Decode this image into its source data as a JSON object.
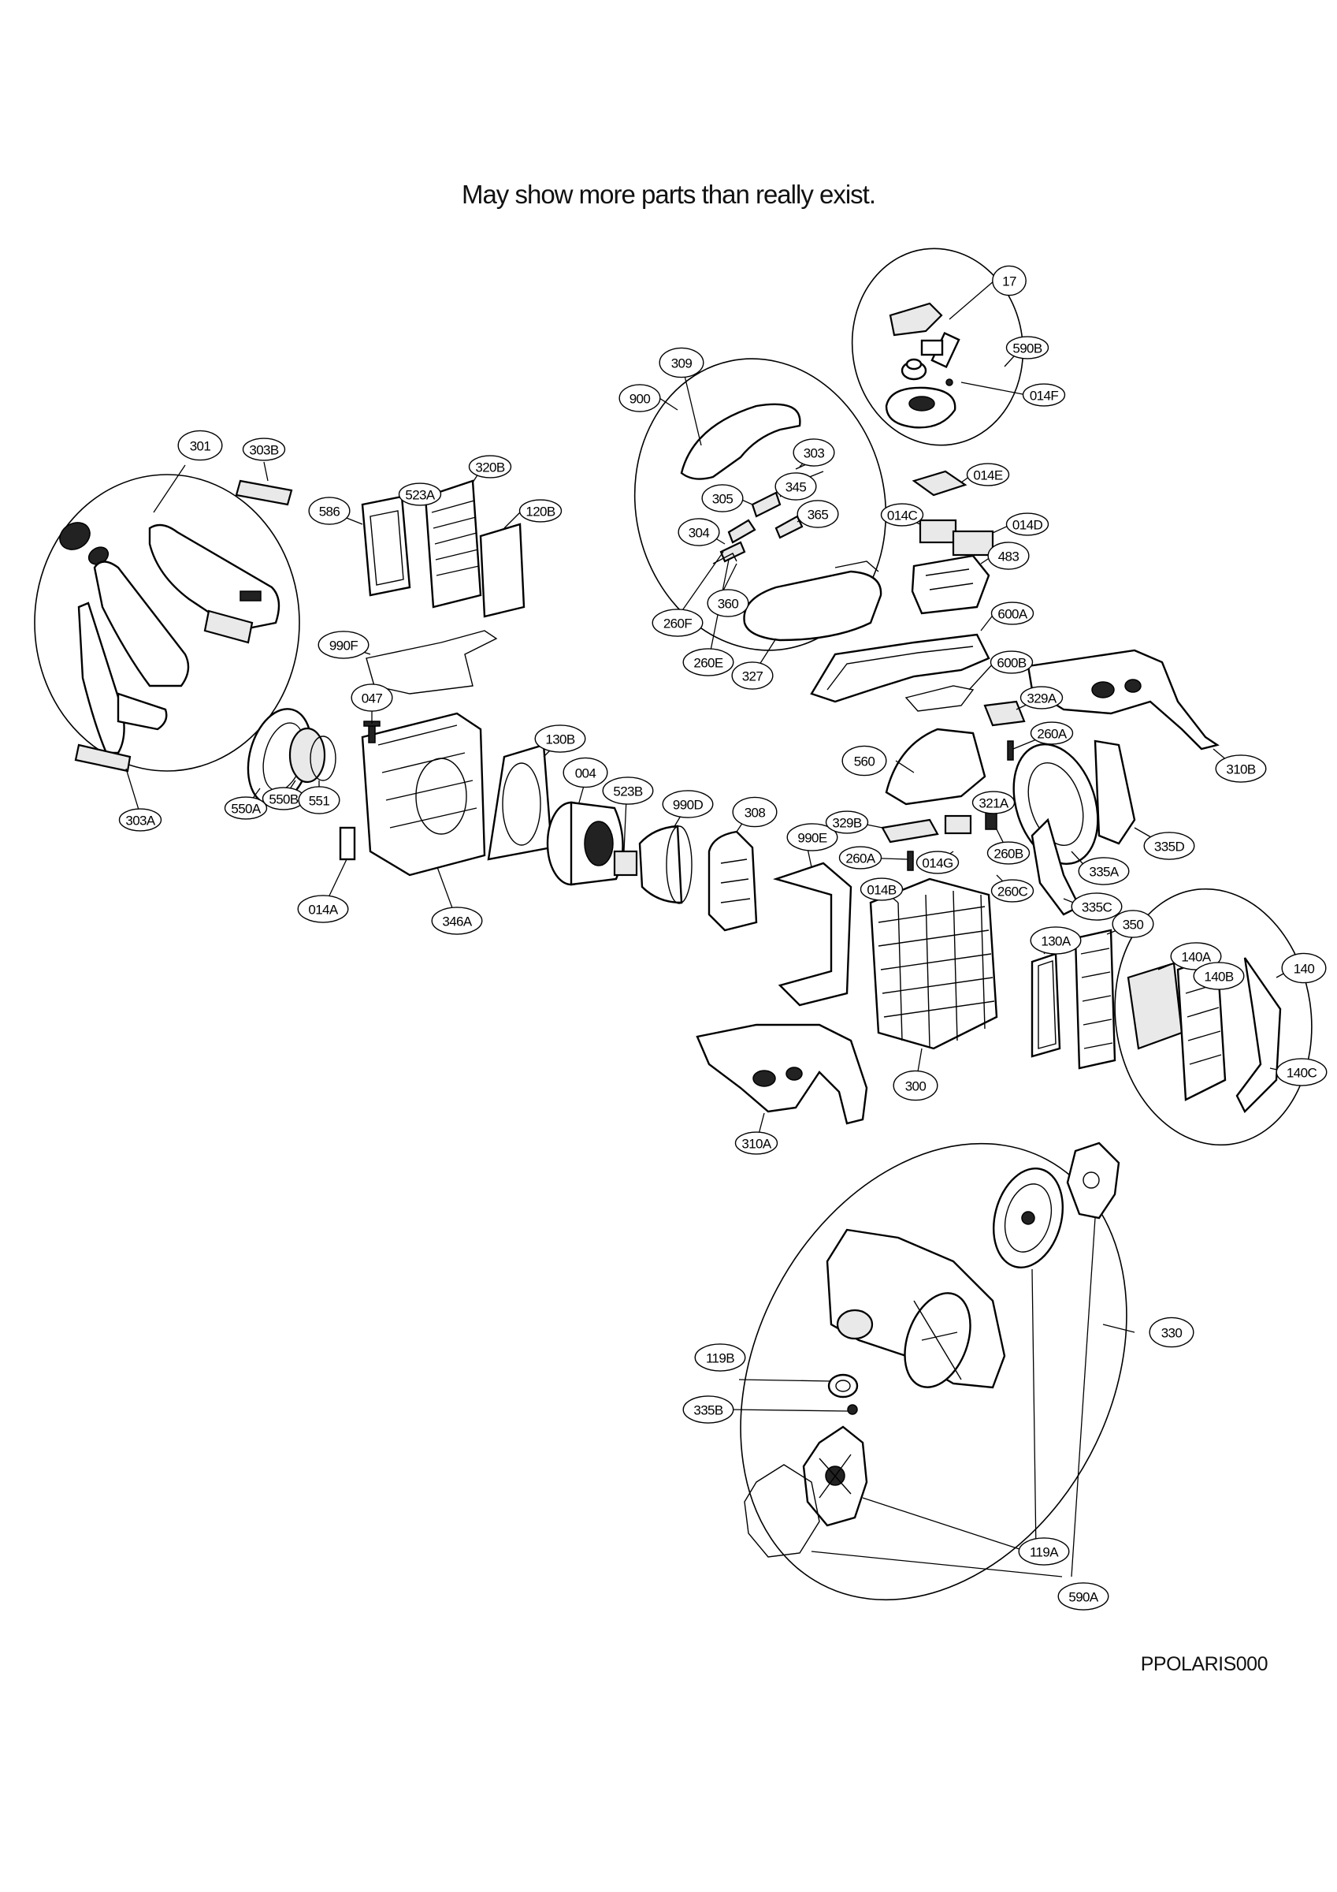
{
  "note": "May show more parts than really exist.",
  "diagram_code": "PPOLARIS000",
  "labels": [
    {
      "id": "17",
      "text": "17"
    },
    {
      "id": "590B",
      "text": "590B"
    },
    {
      "id": "014F",
      "text": "014F"
    },
    {
      "id": "309",
      "text": "309"
    },
    {
      "id": "900",
      "text": "900"
    },
    {
      "id": "303",
      "text": "303"
    },
    {
      "id": "345",
      "text": "345"
    },
    {
      "id": "305",
      "text": "305"
    },
    {
      "id": "365",
      "text": "365"
    },
    {
      "id": "304",
      "text": "304"
    },
    {
      "id": "360",
      "text": "360"
    },
    {
      "id": "260F",
      "text": "260F"
    },
    {
      "id": "260E",
      "text": "260E"
    },
    {
      "id": "327",
      "text": "327"
    },
    {
      "id": "014E",
      "text": "014E"
    },
    {
      "id": "014C",
      "text": "014C"
    },
    {
      "id": "014D",
      "text": "014D"
    },
    {
      "id": "483",
      "text": "483"
    },
    {
      "id": "600A",
      "text": "600A"
    },
    {
      "id": "600B",
      "text": "600B"
    },
    {
      "id": "301",
      "text": "301"
    },
    {
      "id": "303B",
      "text": "303B"
    },
    {
      "id": "586",
      "text": "586"
    },
    {
      "id": "523A",
      "text": "523A"
    },
    {
      "id": "320B",
      "text": "320B"
    },
    {
      "id": "120B",
      "text": "120B"
    },
    {
      "id": "990F",
      "text": "990F"
    },
    {
      "id": "047",
      "text": "047"
    },
    {
      "id": "130B",
      "text": "130B"
    },
    {
      "id": "004",
      "text": "004"
    },
    {
      "id": "523B",
      "text": "523B"
    },
    {
      "id": "990D",
      "text": "990D"
    },
    {
      "id": "308",
      "text": "308"
    },
    {
      "id": "990E",
      "text": "990E"
    },
    {
      "id": "329B",
      "text": "329B"
    },
    {
      "id": "260A_1",
      "text": "260A"
    },
    {
      "id": "014G",
      "text": "014G"
    },
    {
      "id": "014B",
      "text": "014B"
    },
    {
      "id": "560",
      "text": "560"
    },
    {
      "id": "329A",
      "text": "329A"
    },
    {
      "id": "260A_2",
      "text": "260A"
    },
    {
      "id": "321A",
      "text": "321A"
    },
    {
      "id": "260B",
      "text": "260B"
    },
    {
      "id": "260C",
      "text": "260C"
    },
    {
      "id": "310B",
      "text": "310B"
    },
    {
      "id": "335D",
      "text": "335D"
    },
    {
      "id": "335A",
      "text": "335A"
    },
    {
      "id": "335C",
      "text": "335C"
    },
    {
      "id": "303A",
      "text": "303A"
    },
    {
      "id": "550A",
      "text": "550A"
    },
    {
      "id": "550B",
      "text": "550B"
    },
    {
      "id": "551",
      "text": "551"
    },
    {
      "id": "014A",
      "text": "014A"
    },
    {
      "id": "346A",
      "text": "346A"
    },
    {
      "id": "130A",
      "text": "130A"
    },
    {
      "id": "350",
      "text": "350"
    },
    {
      "id": "140A",
      "text": "140A"
    },
    {
      "id": "140B",
      "text": "140B"
    },
    {
      "id": "140",
      "text": "140"
    },
    {
      "id": "140C",
      "text": "140C"
    },
    {
      "id": "300",
      "text": "300"
    },
    {
      "id": "310A",
      "text": "310A"
    },
    {
      "id": "330",
      "text": "330"
    },
    {
      "id": "119B",
      "text": "119B"
    },
    {
      "id": "335B",
      "text": "335B"
    },
    {
      "id": "119A",
      "text": "119A"
    },
    {
      "id": "590A",
      "text": "590A"
    }
  ]
}
